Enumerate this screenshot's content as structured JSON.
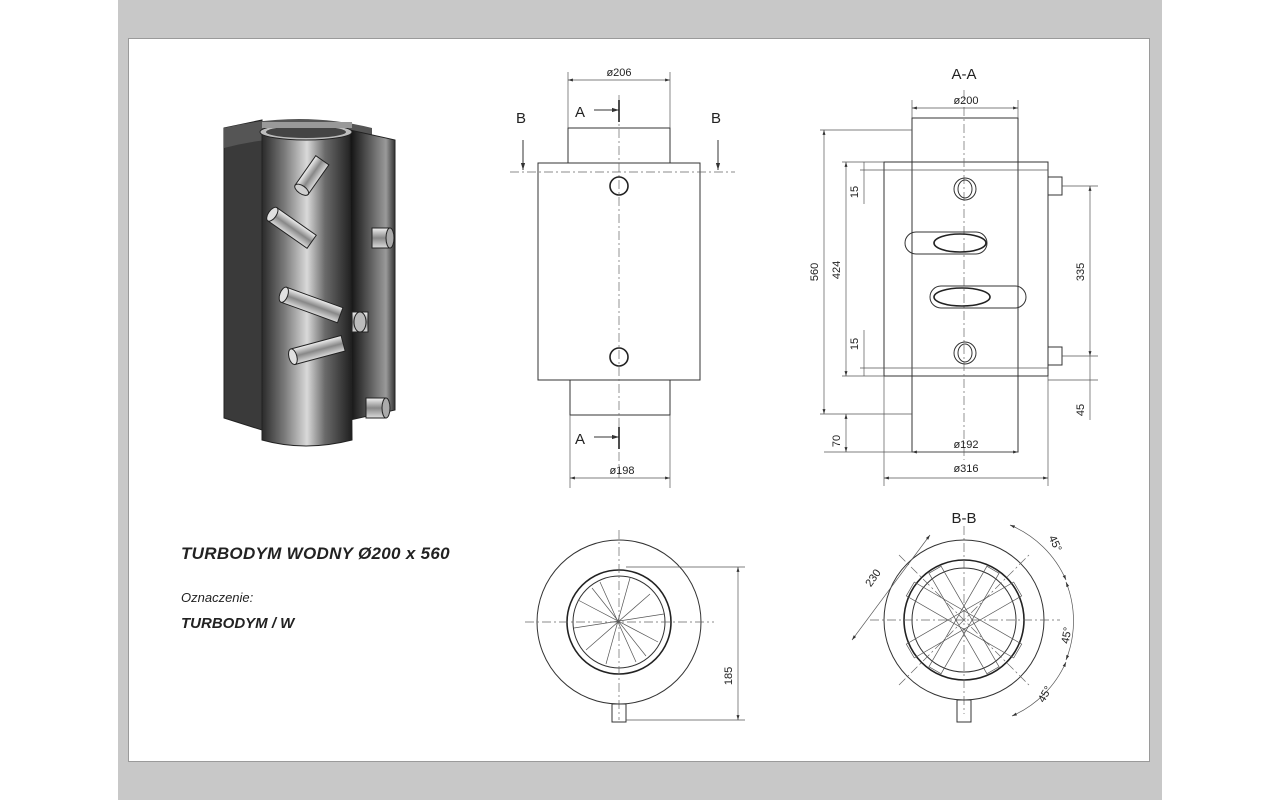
{
  "title": {
    "product_name": "TURBODYM  WODNY  Ø200 x 560",
    "designation_label": "Oznaczenie:",
    "designation_value": "TURBODYM  / W"
  },
  "section_labels": {
    "section_a": "A-A",
    "section_b": "B-B",
    "cut_a": "A",
    "cut_b": "B"
  },
  "front_view": {
    "top_diameter": "ø206",
    "bottom_diameter": "ø198"
  },
  "section_a_view": {
    "top_diameter": "ø200",
    "inner_bottom_diameter": "ø192",
    "outer_diameter": "ø316",
    "total_height": "560",
    "inner_height": "424",
    "offset_top": "15",
    "offset_bottom": "15",
    "bottom_spigot": "70",
    "nozzle_spacing": "335",
    "bottom_offset": "45"
  },
  "bottom_view": {
    "height_dim": "185"
  },
  "section_b_view": {
    "diameter_dim": "230",
    "angle_1": "45°",
    "angle_2": "45°",
    "angle_3": "45°"
  },
  "colors": {
    "background": "#c8c8c8",
    "sheet": "#ffffff",
    "line": "#333333"
  }
}
